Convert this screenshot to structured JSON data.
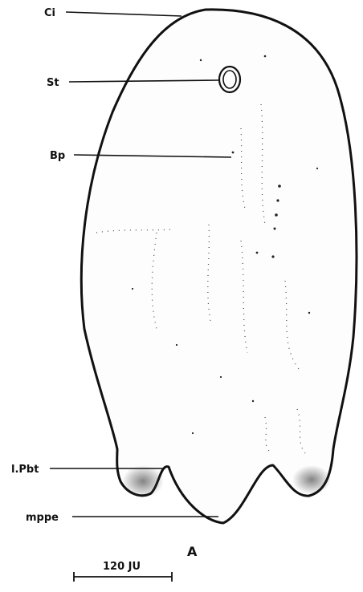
{
  "figure": {
    "panel_letter": "A",
    "labels": {
      "ci": "Ci",
      "st": "St",
      "bp": "Bp",
      "lpbt": "l.Pbt",
      "mppe": "mppe"
    },
    "scale_bar": "120 JU"
  }
}
